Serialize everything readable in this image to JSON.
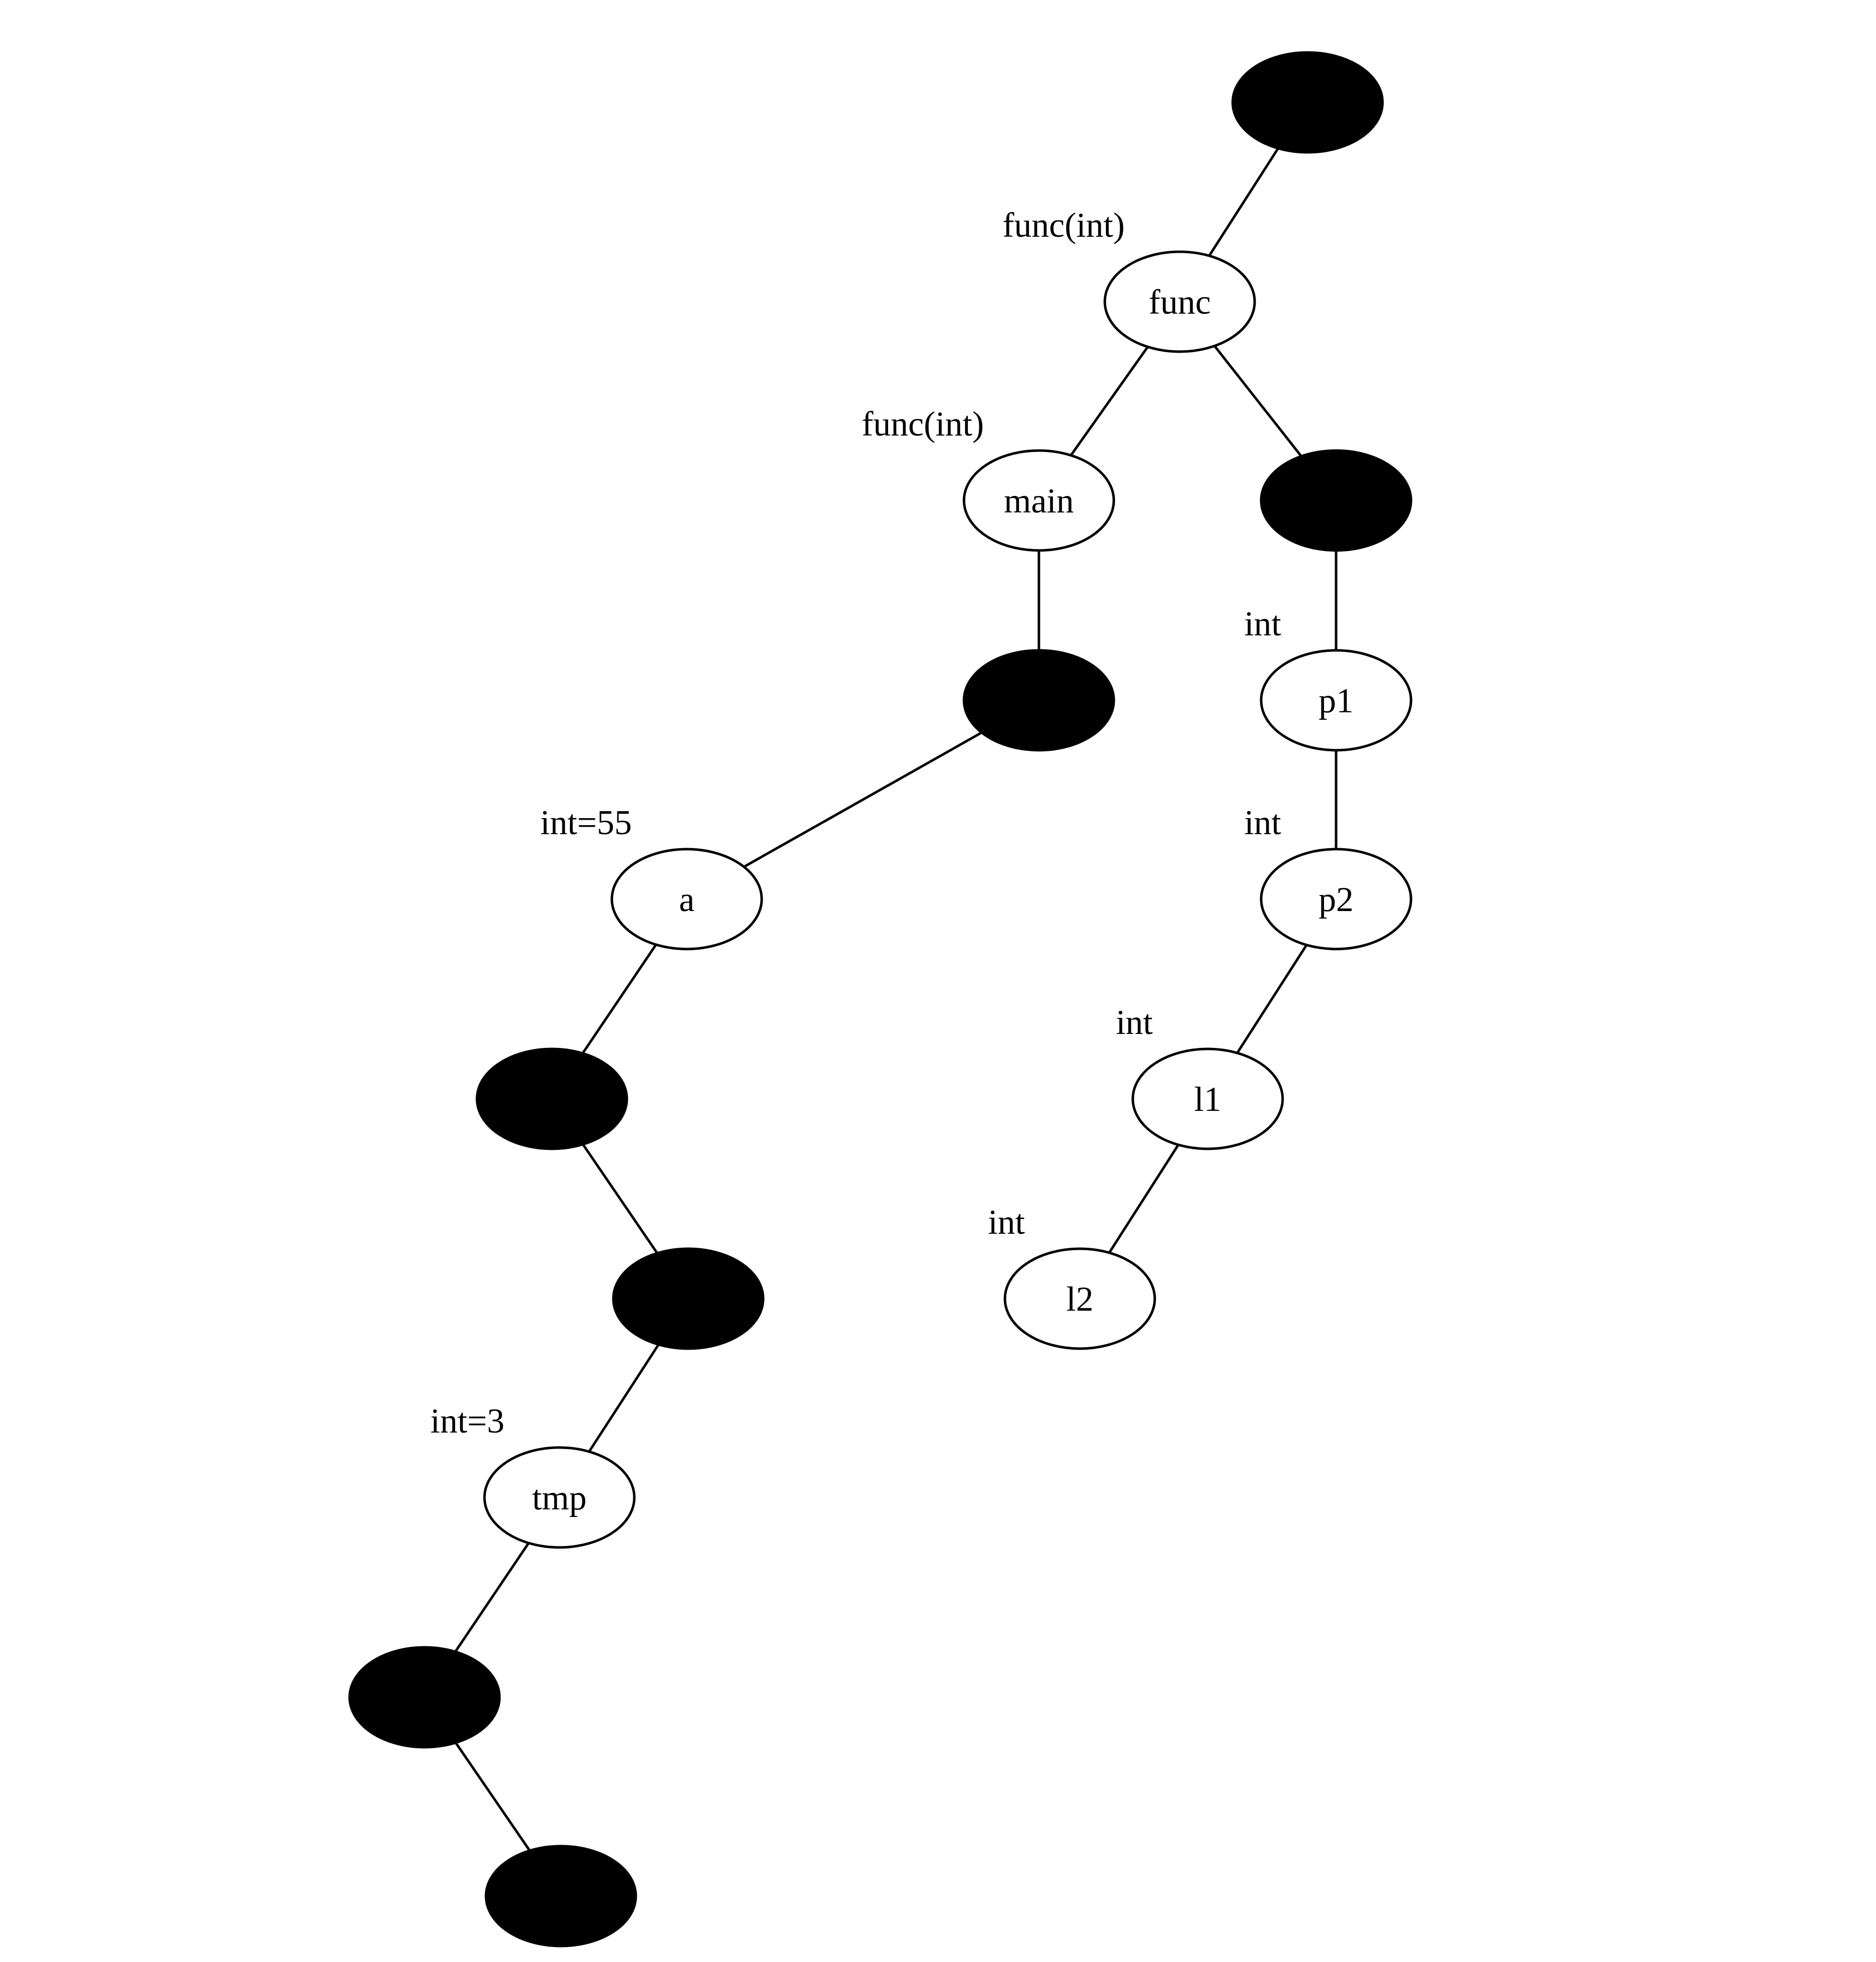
{
  "nodes": [
    {
      "id": "root",
      "label": "",
      "annotation": "",
      "filled": true
    },
    {
      "id": "func",
      "label": "func",
      "annotation": "func(int)",
      "filled": false
    },
    {
      "id": "main",
      "label": "main",
      "annotation": "func(int)",
      "filled": false
    },
    {
      "id": "params",
      "label": "",
      "annotation": "",
      "filled": true
    },
    {
      "id": "main-body",
      "label": "",
      "annotation": "",
      "filled": true
    },
    {
      "id": "p1",
      "label": "p1",
      "annotation": "int",
      "filled": false
    },
    {
      "id": "a",
      "label": "a",
      "annotation": "int=55",
      "filled": false
    },
    {
      "id": "p2",
      "label": "p2",
      "annotation": "int",
      "filled": false
    },
    {
      "id": "a-child",
      "label": "",
      "annotation": "",
      "filled": true
    },
    {
      "id": "l1",
      "label": "l1",
      "annotation": "int",
      "filled": false
    },
    {
      "id": "a-grandchild",
      "label": "",
      "annotation": "",
      "filled": true
    },
    {
      "id": "l2",
      "label": "l2",
      "annotation": "int",
      "filled": false
    },
    {
      "id": "tmp",
      "label": "tmp",
      "annotation": "int=3",
      "filled": false
    },
    {
      "id": "tmp-child",
      "label": "",
      "annotation": "",
      "filled": true
    },
    {
      "id": "tmp-grandchild",
      "label": "",
      "annotation": "",
      "filled": true
    }
  ],
  "edges": [
    [
      "root",
      "func"
    ],
    [
      "func",
      "main"
    ],
    [
      "func",
      "params"
    ],
    [
      "main",
      "main-body"
    ],
    [
      "params",
      "p1"
    ],
    [
      "main-body",
      "a"
    ],
    [
      "p1",
      "p2"
    ],
    [
      "a",
      "a-child"
    ],
    [
      "p2",
      "l1"
    ],
    [
      "a-child",
      "a-grandchild"
    ],
    [
      "l1",
      "l2"
    ],
    [
      "a-grandchild",
      "tmp"
    ],
    [
      "tmp",
      "tmp-child"
    ],
    [
      "tmp-child",
      "tmp-grandchild"
    ]
  ]
}
